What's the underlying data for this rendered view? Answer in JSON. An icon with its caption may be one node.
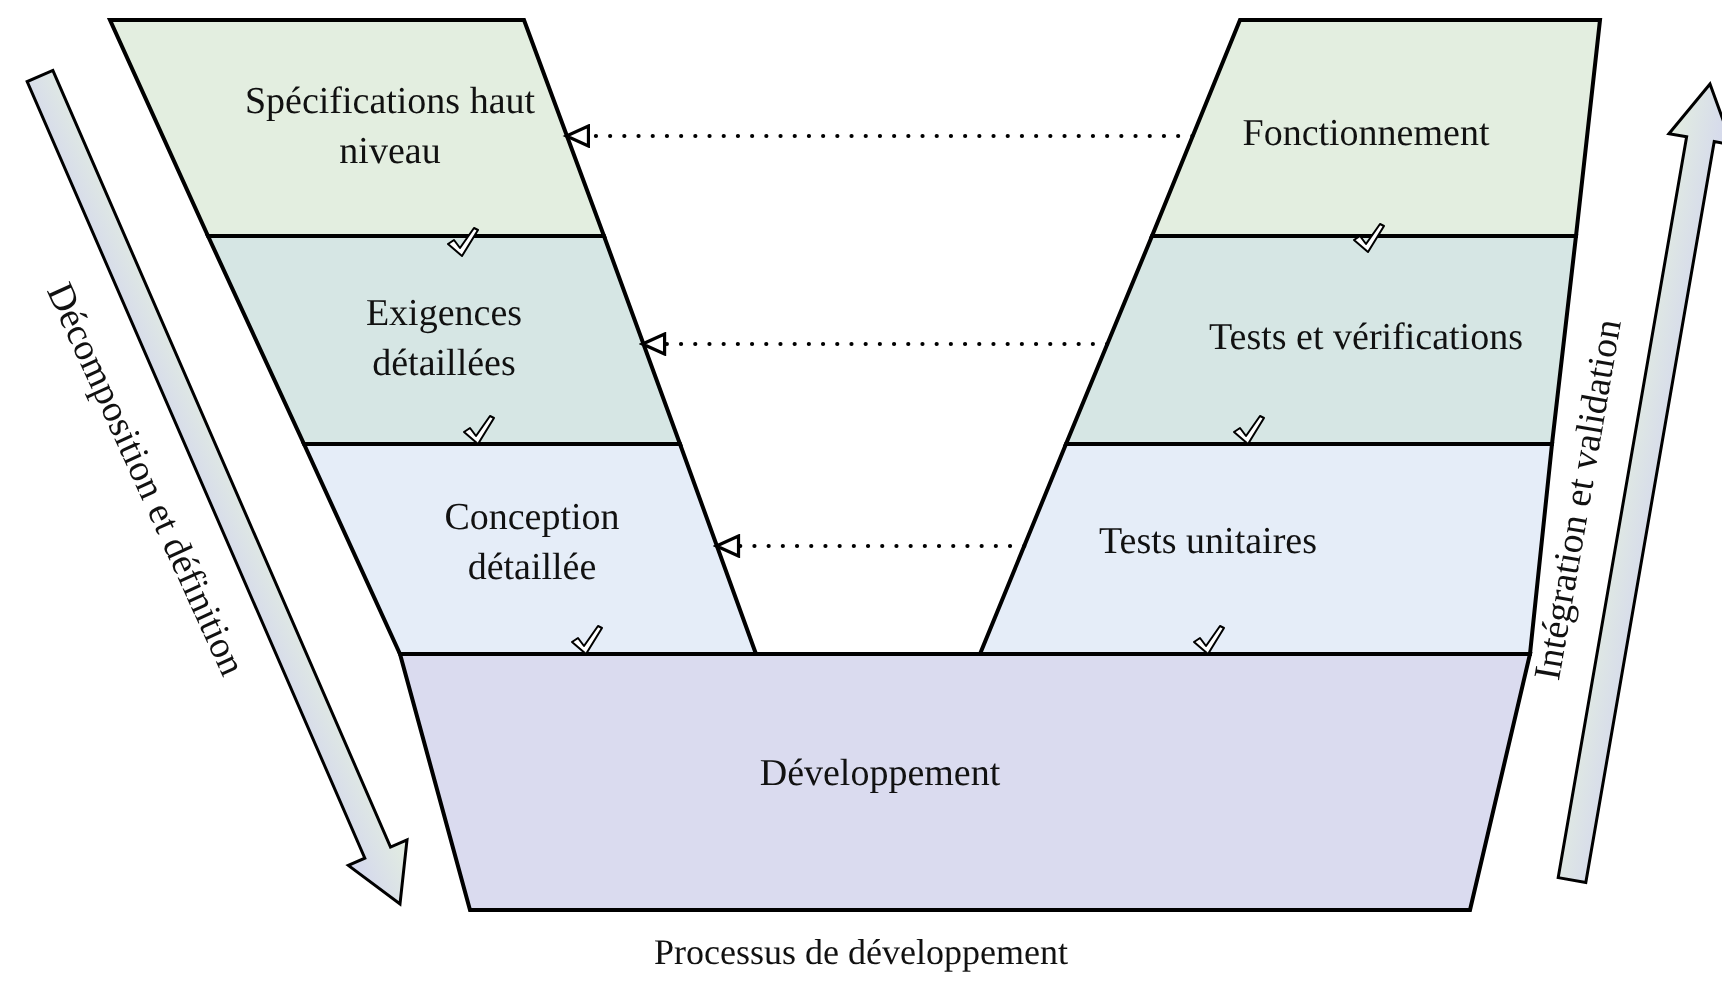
{
  "diagram": {
    "caption": "Processus de développement",
    "nodes": [
      {
        "text": [
          "Spécifications haut niveau"
        ]
      },
      {
        "text": [
          "Fonctionnement"
        ]
      },
      {
        "text": [
          "Exigences détaillées"
        ]
      },
      {
        "text": [
          "Tests et vérifications"
        ]
      },
      {
        "text": [
          "Conception détaillée"
        ]
      },
      {
        "text": [
          "Tests unitaires"
        ]
      },
      {
        "text": [
          "Développement"
        ]
      }
    ],
    "edges": [
      {
        "from": 1,
        "to": 0,
        "arrow": "to",
        "style": "dashed"
      },
      {
        "from": 3,
        "to": 2,
        "arrow": "to",
        "style": "dashed"
      },
      {
        "from": 5,
        "to": 4,
        "arrow": "to",
        "style": "dashed"
      }
    ],
    "labels": [
      "Décomposition et définition",
      "Intégration et validation"
    ]
  }
}
